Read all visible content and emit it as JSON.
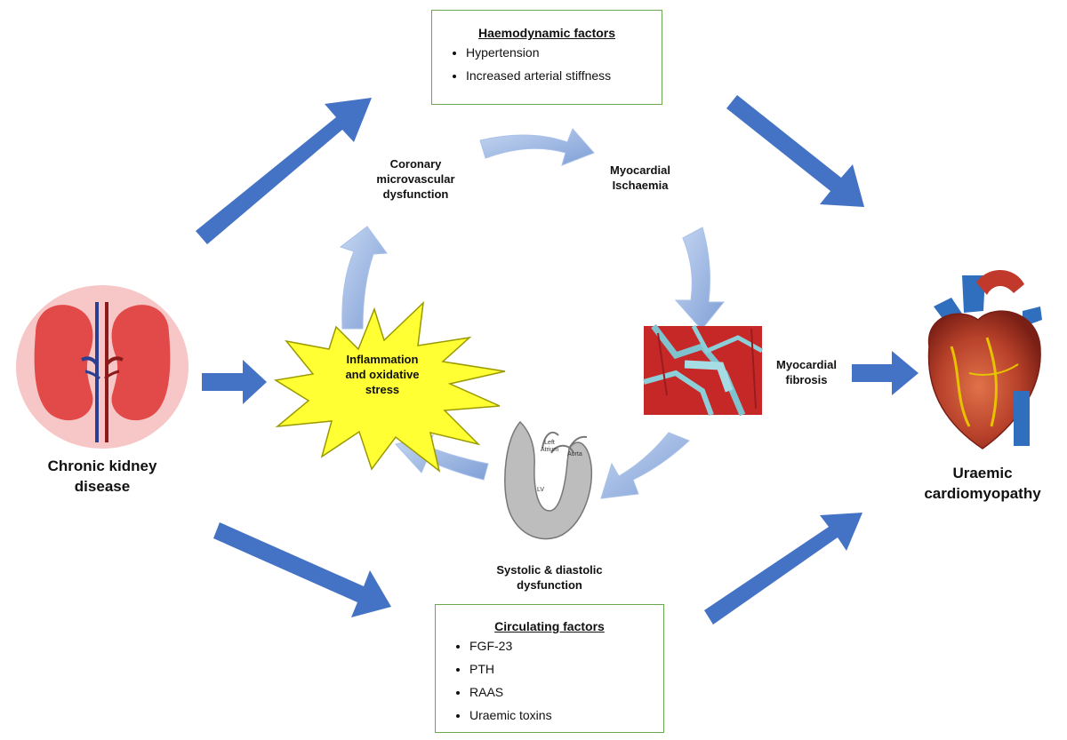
{
  "haemodynamic": {
    "title": "Haemodynamic factors",
    "items": [
      "Hypertension",
      "Increased arterial stiffness"
    ]
  },
  "circulating": {
    "title": "Circulating factors",
    "items": [
      "FGF-23",
      "PTH",
      "RAAS",
      "Uraemic toxins"
    ]
  },
  "nodes": {
    "ckd_line1": "Chronic kidney",
    "ckd_line2": "disease",
    "ucm_line1": "Uraemic",
    "ucm_line2": "cardiomyopathy",
    "coronary_line1": "Coronary",
    "coronary_line2": "microvascular",
    "coronary_line3": "dysfunction",
    "ischaemia_line1": "Myocardial",
    "ischaemia_line2": "Ischaemia",
    "fibrosis_line1": "Myocardial",
    "fibrosis_line2": "fibrosis",
    "systolic_line1": "Systolic & diastolic",
    "systolic_line2": "dysfunction",
    "inflammation_line1": "Inflammation",
    "inflammation_line2": "and oxidative",
    "inflammation_line3": "stress"
  },
  "heart_sketch": {
    "left_atrium_line1": "Left",
    "left_atrium_line2": "Atrium",
    "aorta": "Aorta",
    "lv": "LV"
  },
  "colors": {
    "big_arrow": "#4472c4",
    "cycle_arrow": "#8eaee0",
    "box_border": "#6aa84f",
    "star_fill": "#ffff33",
    "kidney": "#e74c4c",
    "fibrosis_bg": "#c62828"
  }
}
